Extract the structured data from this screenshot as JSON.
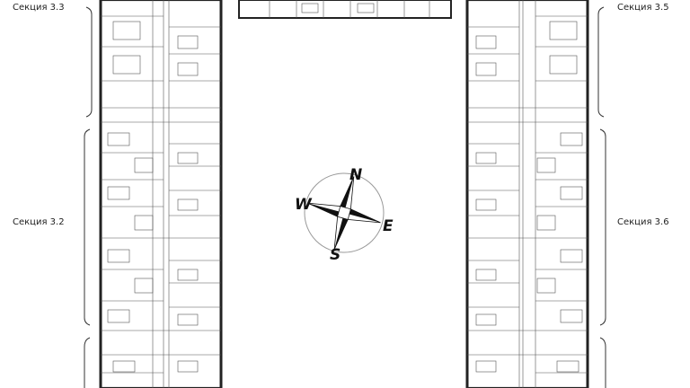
{
  "sections": {
    "s33": "Секция 3.3",
    "s35": "Секция 3.5",
    "s32": "Секция 3.2",
    "s36": "Секция 3.6"
  },
  "compass": {
    "north": "N",
    "east": "E",
    "south": "S",
    "west": "W"
  }
}
